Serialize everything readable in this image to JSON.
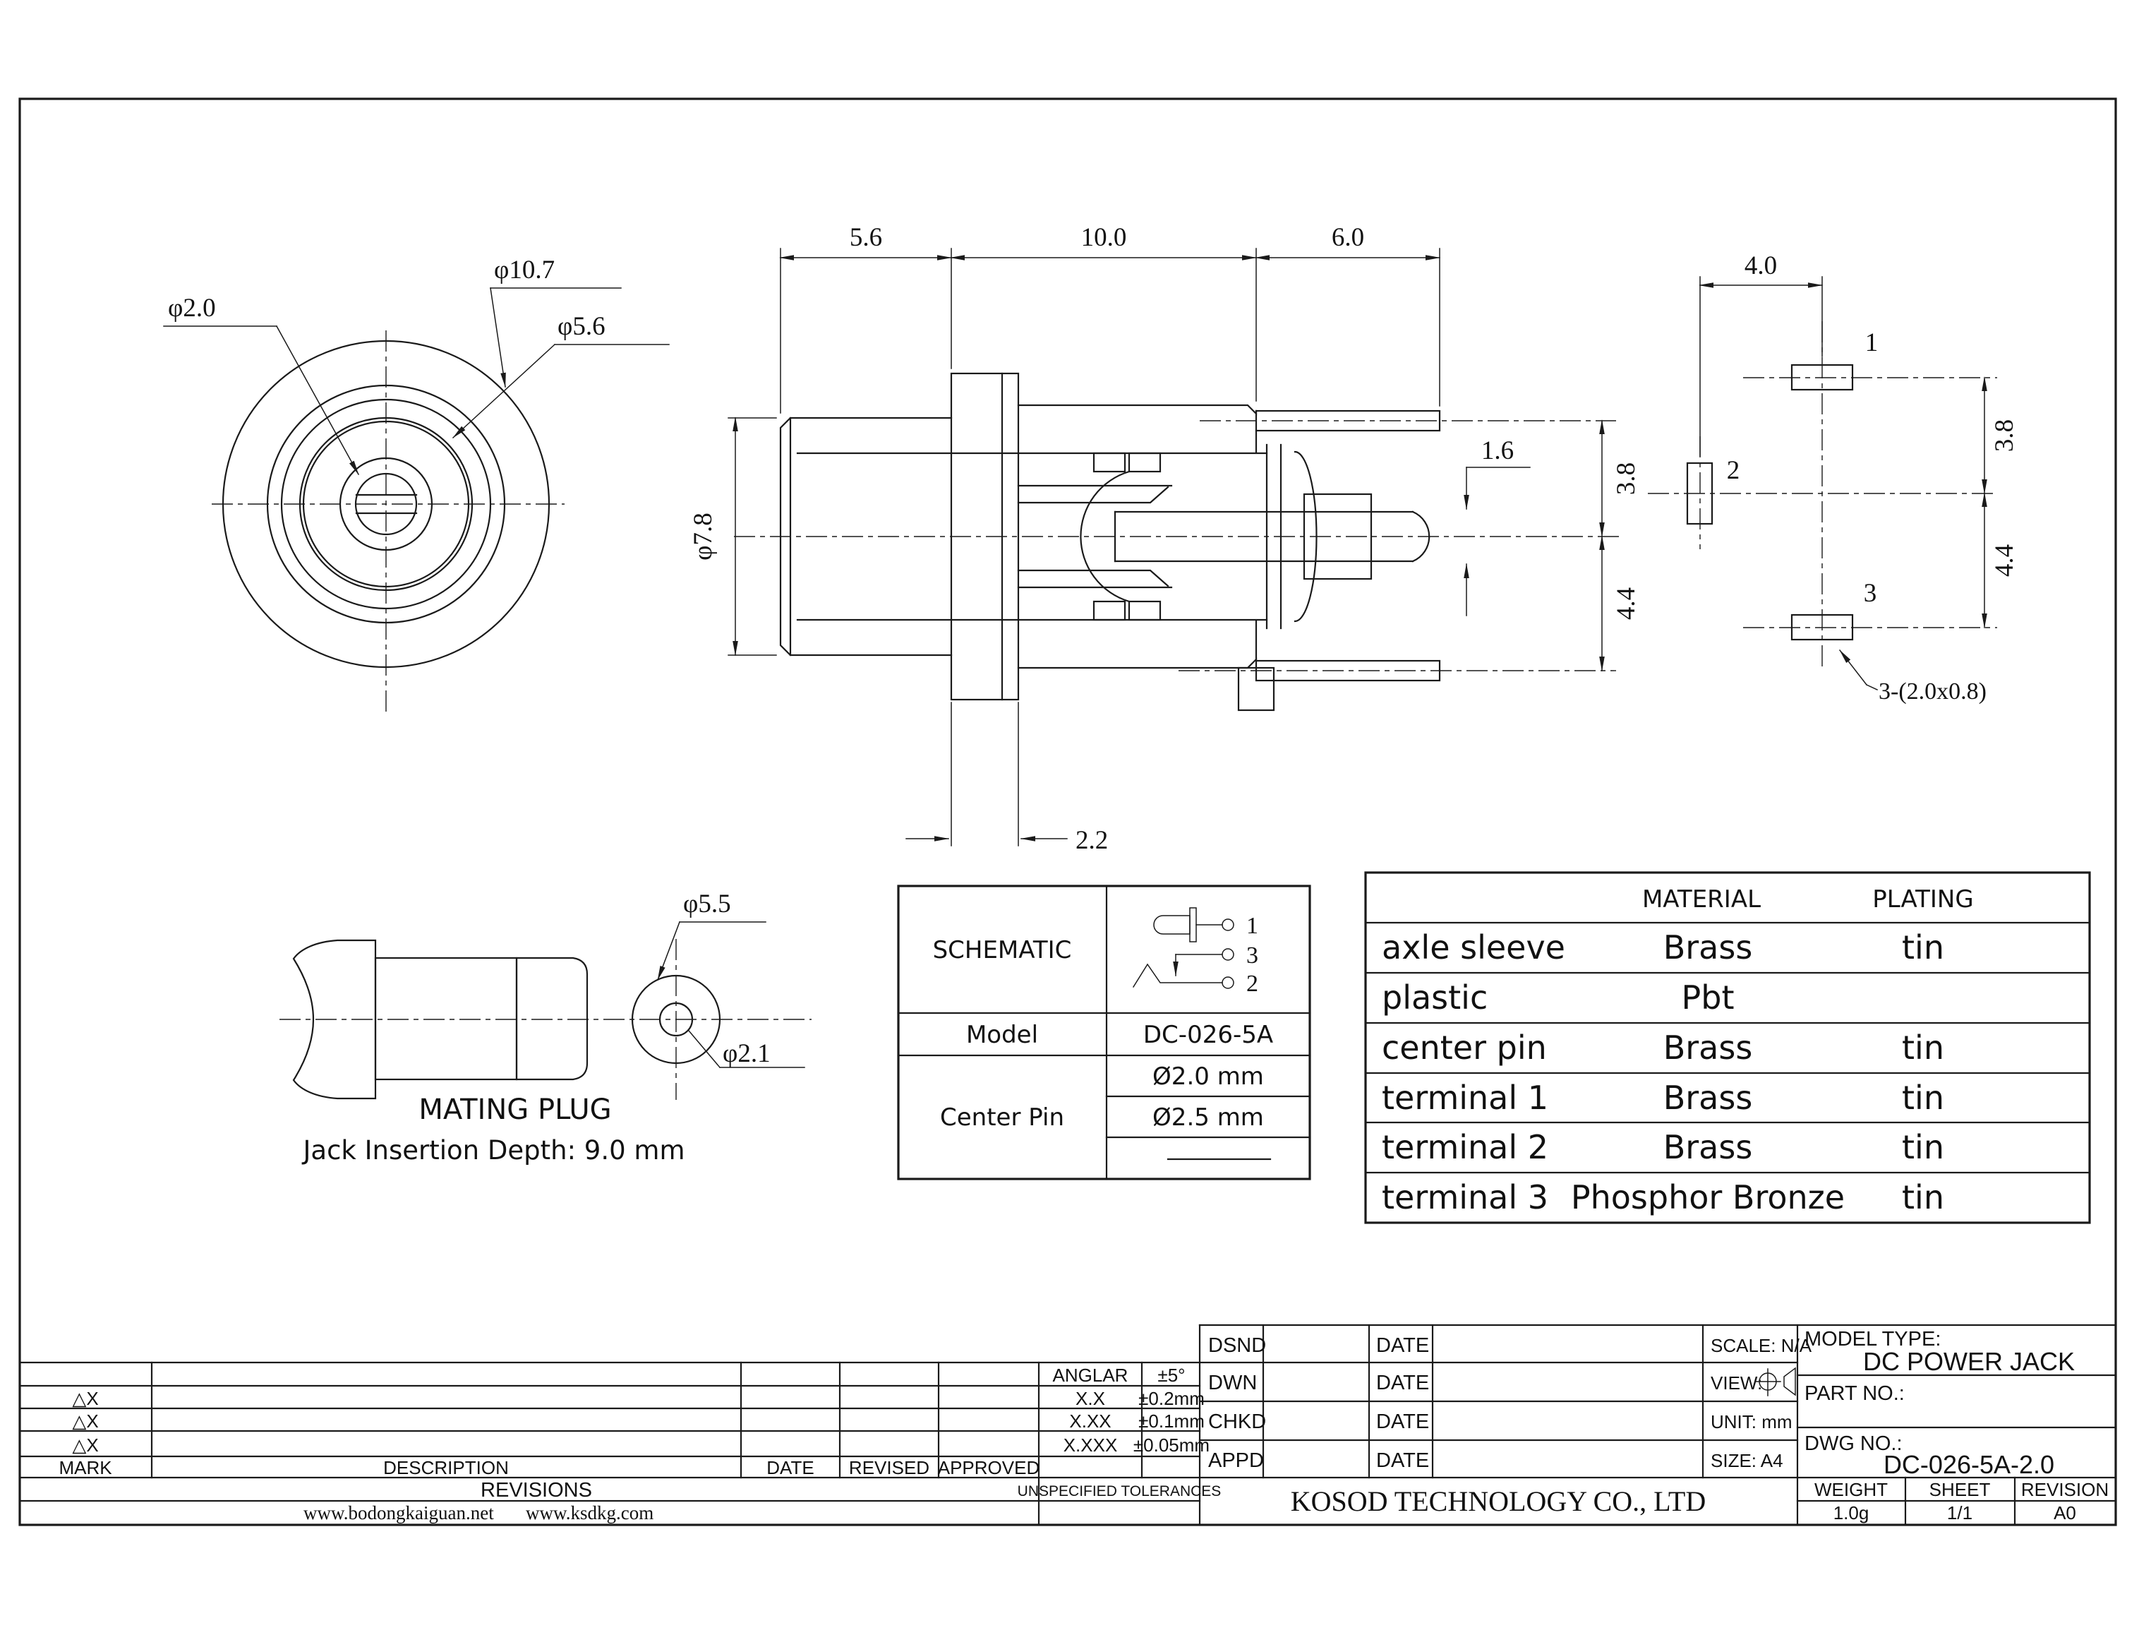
{
  "front_view": {
    "dim_inner": "φ2.0",
    "dim_outer": "φ10.7",
    "dim_mid": "φ5.6"
  },
  "side_view": {
    "dim_len1": "5.6",
    "dim_len2": "10.0",
    "dim_len3": "6.0",
    "dim_dia": "φ7.8",
    "dim_pin_dia": "1.6",
    "dim_up": "3.8",
    "dim_down": "4.4",
    "dim_flange": "2.2"
  },
  "pin_view": {
    "dim_pitch": "4.0",
    "pin1_label": "1",
    "pin2_label": "2",
    "pin3_label": "3",
    "dim_up": "3.8",
    "dim_down": "4.4",
    "note": "3-(2.0x0.8)"
  },
  "mating_plug": {
    "dim_outer": "φ5.5",
    "dim_pin": "φ2.1",
    "title": "MATING PLUG",
    "subtitle": "Jack Insertion Depth: 9.0 mm"
  },
  "spec_table": {
    "schematic_label": "SCHEMATIC",
    "sym_pin1": "1",
    "sym_pin3": "3",
    "sym_pin2": "2",
    "model_label": "Model",
    "model_value": "DC-026-5A",
    "center_pin_label": "Center Pin",
    "pin_option1": "Ø2.0 mm",
    "pin_option2": "Ø2.5 mm"
  },
  "materials_table": {
    "material_header": "MATERIAL",
    "plating_header": "PLATING",
    "rows": [
      {
        "part": "axle sleeve",
        "material": "Brass",
        "plating": "tin"
      },
      {
        "part": "plastic",
        "material": "Pbt",
        "plating": ""
      },
      {
        "part": "center pin",
        "material": "Brass",
        "plating": "tin"
      },
      {
        "part": "terminal 1",
        "material": "Brass",
        "plating": "tin"
      },
      {
        "part": "terminal 2",
        "material": "Brass",
        "plating": "tin"
      },
      {
        "part": "terminal 3",
        "material": "Phosphor Bronze",
        "plating": "tin"
      }
    ]
  },
  "title_block": {
    "mark_label": "MARK",
    "description_label": "DESCRIPTION",
    "date_label": "DATE",
    "revised_label": "REVISED",
    "approved_label": "APPROVED",
    "revisions_label": "REVISIONS",
    "mark_sym": "△X",
    "site1": "www.bodongkaiguan.net",
    "site2": "www.ksdkg.com",
    "tol_title": "UNSPECIFIED TOLERANCES",
    "tol": [
      {
        "range": "ANGLAR",
        "value": "±5°"
      },
      {
        "range": "X.X",
        "value": "±0.2mm"
      },
      {
        "range": "X.XX",
        "value": "±0.1mm"
      },
      {
        "range": "X.XXX",
        "value": "±0.05mm"
      }
    ],
    "dsnd_label": "DSND",
    "dwn_label": "DWN",
    "chkd_label": "CHKD",
    "appd_label": "APPD",
    "scale_label": "SCALE: N/A",
    "view_label": "VIEW:",
    "unit_label": "UNIT: mm",
    "size_label": "SIZE: A4",
    "model_type_label": "MODEL TYPE:",
    "model_type_value": "DC POWER JACK",
    "part_no_label": "PART NO.:",
    "dwg_no_label": "DWG NO.:",
    "dwg_no_value": "DC-026-5A-2.0",
    "weight_label": "WEIGHT",
    "weight_value": "1.0g",
    "sheet_label": "SHEET",
    "sheet_value": "1/1",
    "revision_label": "REVISION",
    "revision_value": "A0",
    "company": "KOSOD TECHNOLOGY CO., LTD"
  }
}
